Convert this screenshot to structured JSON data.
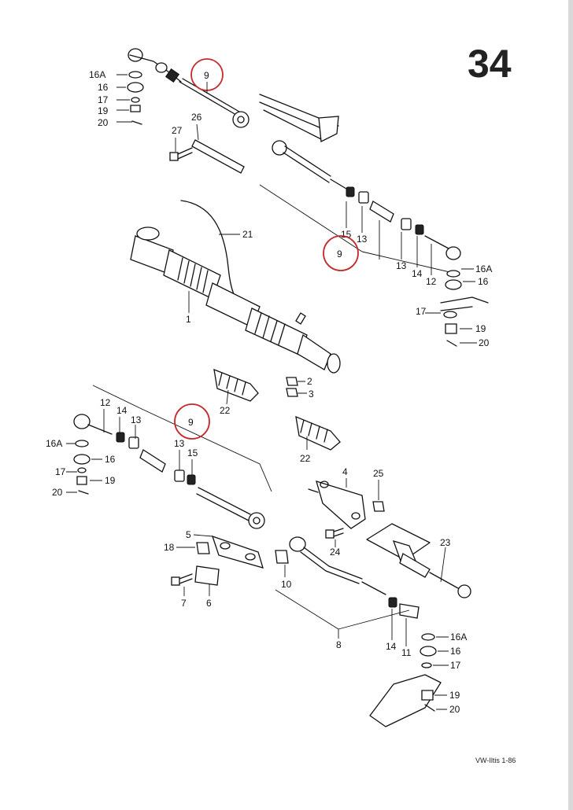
{
  "page_number": "34",
  "footer": "VW-Iltis 1-86",
  "highlight_color": "#c42a2a",
  "callouts": {
    "c16a_a": "16A",
    "c16_a": "16",
    "c17_a": "17",
    "c19_a": "19",
    "c20_a": "20",
    "c9_top": "9",
    "c27": "27",
    "c26": "26",
    "c21": "21",
    "c1": "1",
    "c15_a": "15",
    "c13_a": "13",
    "c13_b": "13",
    "c14_a": "14",
    "c12_a": "12",
    "c9_mid": "9",
    "c16a_b": "16A",
    "c16_b": "16",
    "c17_b": "17",
    "c19_b": "19",
    "c20_b": "20",
    "c2": "2",
    "c3": "3",
    "c22_a": "22",
    "c22_b": "22",
    "c12_b": "12",
    "c14_b": "14",
    "c13_c": "13",
    "c9_low": "9",
    "c13_d": "13",
    "c15_b": "15",
    "c16a_c": "16A",
    "c16_c": "16",
    "c17_c": "17",
    "c19_c": "19",
    "c20_c": "20",
    "c4": "4",
    "c25": "25",
    "c5": "5",
    "c18": "18",
    "c7": "7",
    "c6": "6",
    "c24": "24",
    "c23": "23",
    "c10": "10",
    "c8": "8",
    "c14_c": "14",
    "c11": "11",
    "c16a_d": "16A",
    "c16_d": "16",
    "c17_d": "17",
    "c19_d": "19",
    "c20_d": "20"
  }
}
